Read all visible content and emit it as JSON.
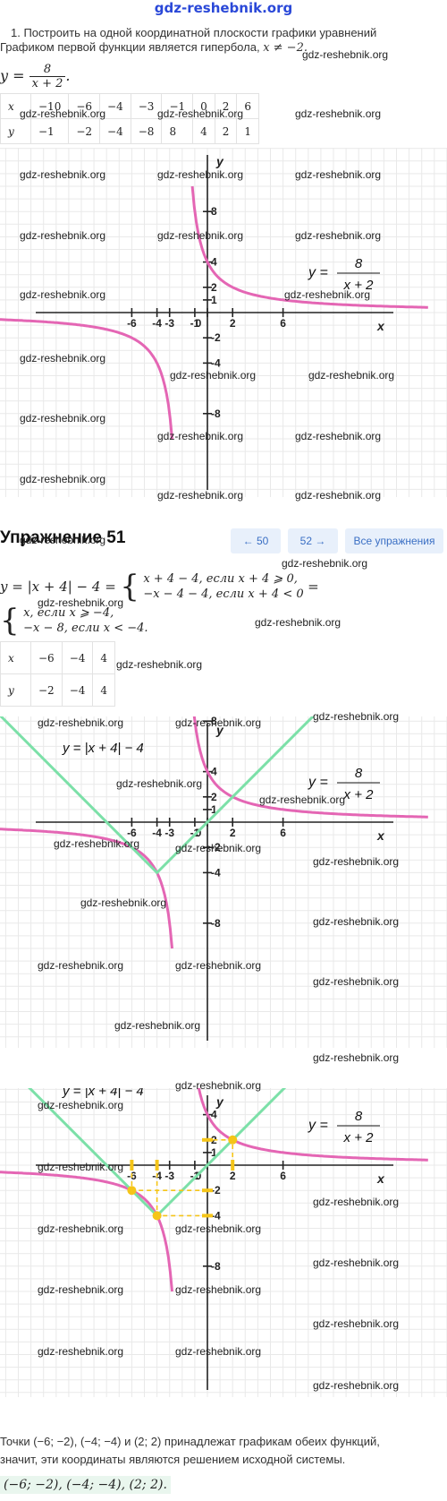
{
  "header": {
    "site": "gdz-reshebnik.org"
  },
  "task": {
    "instruction": "1. Построить на одной координатной плоскости графики уравнений",
    "intro": "Графиком первой функции является гипербола,",
    "intro_cond": "x ≠ −2.",
    "func_lhs": "y =",
    "func_num": "8",
    "func_den": "x + 2",
    "func_end": "."
  },
  "table1": {
    "x_label": "x",
    "y_label": "y",
    "x": [
      "−10",
      "−6",
      "−4",
      "−3",
      "−1",
      "0",
      "2",
      "6"
    ],
    "y": [
      "−1",
      "−2",
      "−4",
      "−8",
      "8",
      "4",
      "2",
      "1"
    ]
  },
  "graph_labels": {
    "x_axis": "x",
    "y_axis": "y",
    "x_ticks": [
      "-6",
      "-4",
      "-3",
      "-1",
      "0",
      "2",
      "6"
    ],
    "y_ticks_pos": [
      "8",
      "4",
      "2",
      "1"
    ],
    "y_ticks_neg": [
      "-2",
      "-4",
      "-8"
    ],
    "hyp_lhs": "y =",
    "hyp_num": "8",
    "hyp_den": "x + 2",
    "abs_label": "y = |x + 4| − 4"
  },
  "colors": {
    "hyperbola": "#e466b4",
    "abs": "#7ce0a8",
    "guide": "#f5c518",
    "axis": "#222222",
    "grid": "#e9e9e9",
    "nav_bg": "#e8f0fb",
    "nav_text": "#3a6fc4",
    "header": "#2a48d8"
  },
  "exercise": {
    "title": "Упражнение 51",
    "prev": "← 50",
    "next": "52 →",
    "all": "Все упражнения"
  },
  "abs_func": {
    "lhs": "y = |x + 4| − 4 =",
    "case1": "x + 4 − 4,  если x + 4 ⩾ 0,",
    "case2": "−x − 4 − 4,  если x + 4 < 0",
    "eq": "=",
    "case3": "x,  если x ⩾ −4,",
    "case4": "−x − 8,  если x < −4."
  },
  "table2": {
    "x_label": "x",
    "y_label": "y",
    "x": [
      "−6",
      "−4",
      "4"
    ],
    "y": [
      "−2",
      "−4",
      "4"
    ]
  },
  "answer": {
    "text1": "Точки (−6; −2), (−4; −4) и (2; 2) принадлежат графикам обеих функций,",
    "text2": "значит, эти координаты являются решением исходной системы.",
    "result": "(−6; −2), (−4; −4), (2; 2)."
  },
  "watermarks": [
    "gdz-reshebnik.org"
  ]
}
